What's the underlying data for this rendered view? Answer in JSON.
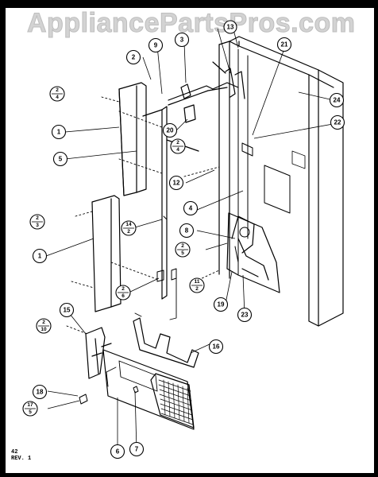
{
  "watermark": "AppliancePartsPros.com",
  "callouts": [
    {
      "id": "c1a",
      "label": "1"
    },
    {
      "id": "c1b",
      "label": "1"
    },
    {
      "id": "c2",
      "label": "2"
    },
    {
      "id": "c3",
      "label": "3"
    },
    {
      "id": "c4",
      "label": "4"
    },
    {
      "id": "c5",
      "label": "5"
    },
    {
      "id": "c6",
      "label": "6"
    },
    {
      "id": "c7",
      "label": "7"
    },
    {
      "id": "c8",
      "label": "8"
    },
    {
      "id": "c9",
      "label": "9"
    },
    {
      "id": "c12",
      "label": "12"
    },
    {
      "id": "c13",
      "label": "13"
    },
    {
      "id": "c15",
      "label": "15"
    },
    {
      "id": "c16",
      "label": "16"
    },
    {
      "id": "c18",
      "label": "18"
    },
    {
      "id": "c19",
      "label": "19"
    },
    {
      "id": "c20",
      "label": "20"
    },
    {
      "id": "c21",
      "label": "21"
    },
    {
      "id": "c22",
      "label": "22"
    },
    {
      "id": "c23",
      "label": "23"
    },
    {
      "id": "c24",
      "label": "24"
    }
  ],
  "fraction_callouts": [
    {
      "id": "f2_4a",
      "top": "2",
      "bottom": "4"
    },
    {
      "id": "f2_3",
      "top": "2",
      "bottom": "3"
    },
    {
      "id": "f2_4b",
      "top": "2",
      "bottom": "4"
    },
    {
      "id": "f14_2",
      "top": "14",
      "bottom": "2"
    },
    {
      "id": "f2_5",
      "top": "2",
      "bottom": "5"
    },
    {
      "id": "f11_2",
      "top": "11",
      "bottom": "2"
    },
    {
      "id": "f2_6",
      "top": "2",
      "bottom": "6"
    },
    {
      "id": "f2_10",
      "top": "2",
      "bottom": "10"
    },
    {
      "id": "f17_5",
      "top": "17",
      "bottom": "5"
    }
  ],
  "footer": {
    "page": "42",
    "revision": "REV. 1"
  }
}
